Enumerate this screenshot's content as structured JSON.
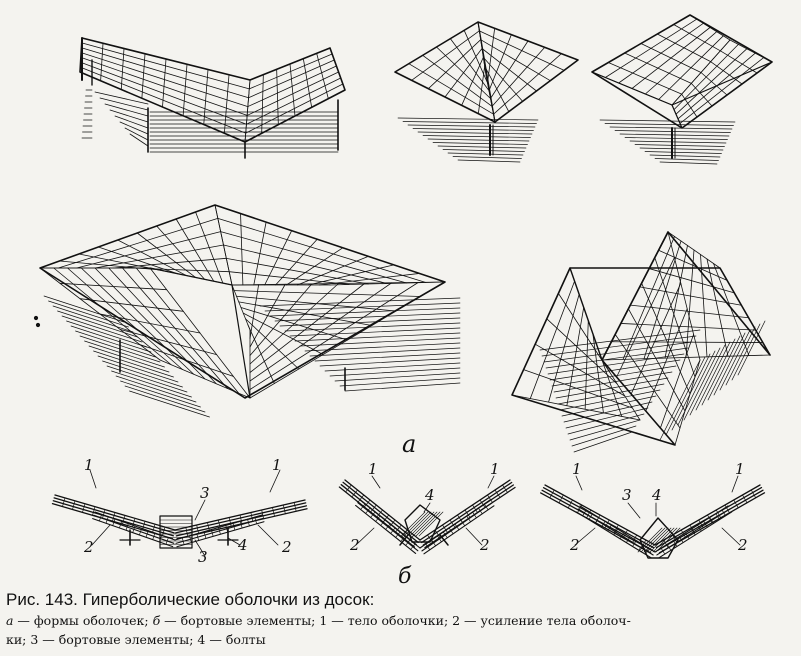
{
  "figure": {
    "part_a_label": "а",
    "part_b_label": "б",
    "detail_left": {
      "labels": [
        "1",
        "1",
        "2",
        "2",
        "3",
        "3",
        "4"
      ]
    },
    "detail_mid": {
      "labels": [
        "1",
        "1",
        "2",
        "2",
        "4"
      ]
    },
    "detail_right": {
      "labels": [
        "1",
        "1",
        "2",
        "2",
        "3",
        "4"
      ]
    }
  },
  "caption": {
    "figure_prefix": "Рис. 143.",
    "title": "Гиперболические оболочки из досок:",
    "legend_line1_a": "а",
    "legend_line1_a_text": " — формы оболочек; ",
    "legend_line1_b": "б",
    "legend_line1_b_text": " — бортовые элементы; 1 — тело оболочки; 2 — усиление тела оболоч-",
    "legend_line2": "ки; 3 — бортовые элементы; 4 — болты"
  },
  "colors": {
    "ink": "#111111",
    "paper": "#f4f3ef"
  }
}
